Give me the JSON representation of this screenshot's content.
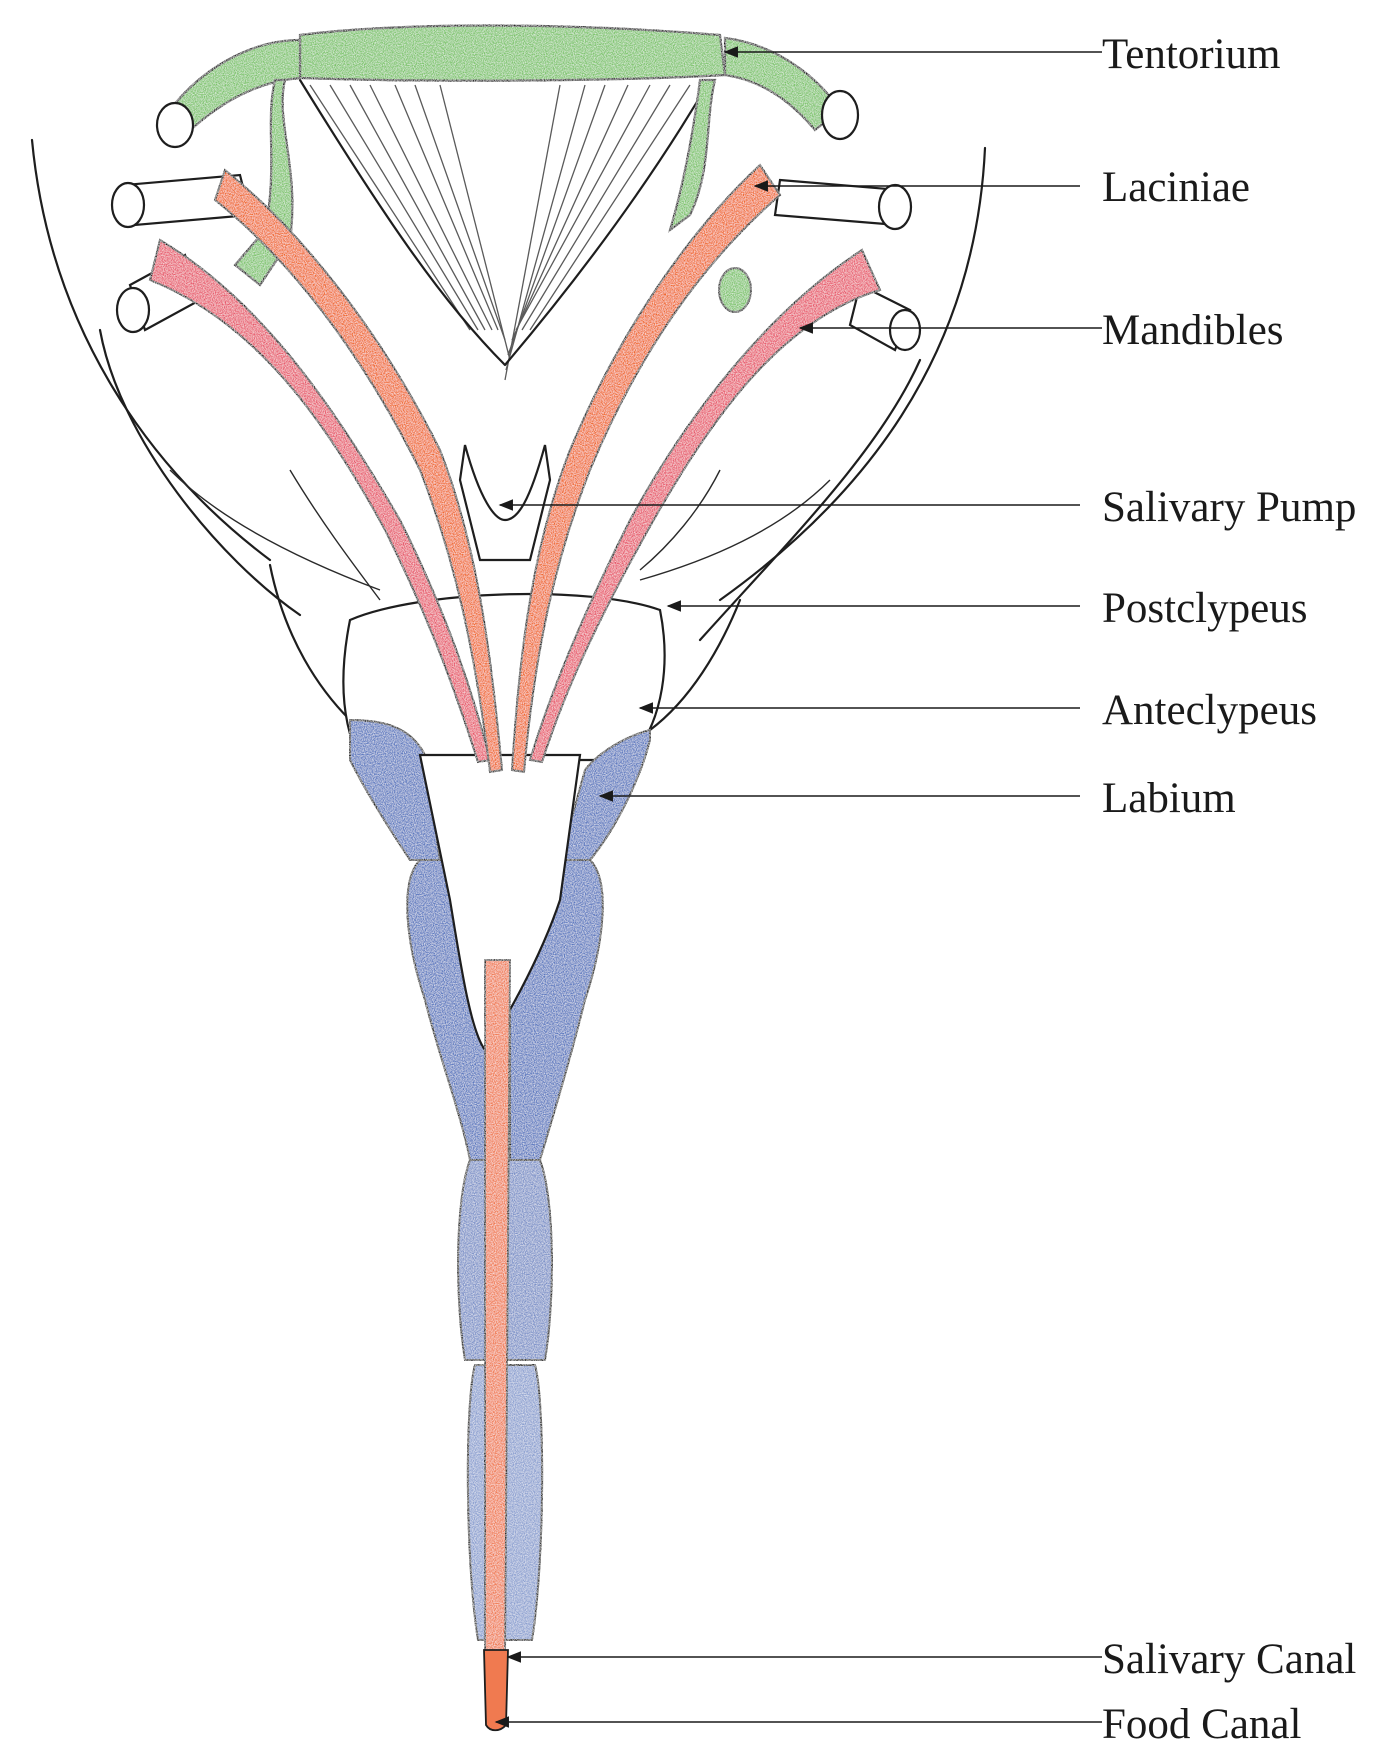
{
  "colors": {
    "tentorium": "#7cc46a",
    "laciniae": "#f06a2a",
    "mandibles": "#e8566a",
    "labium": "#5a78c0",
    "canal": "#f07a50",
    "ink": "#1e1e1e"
  },
  "labels": {
    "tentorium": "Tentorium",
    "laciniae": "Laciniae",
    "mandibles": "Mandibles",
    "salivary_pump": "Salivary Pump",
    "postclypeus": "Postclypeus",
    "anteclypeus": "Anteclypeus",
    "labium": "Labium",
    "salivary_canal": "Salivary Canal",
    "food_canal": "Food Canal"
  }
}
